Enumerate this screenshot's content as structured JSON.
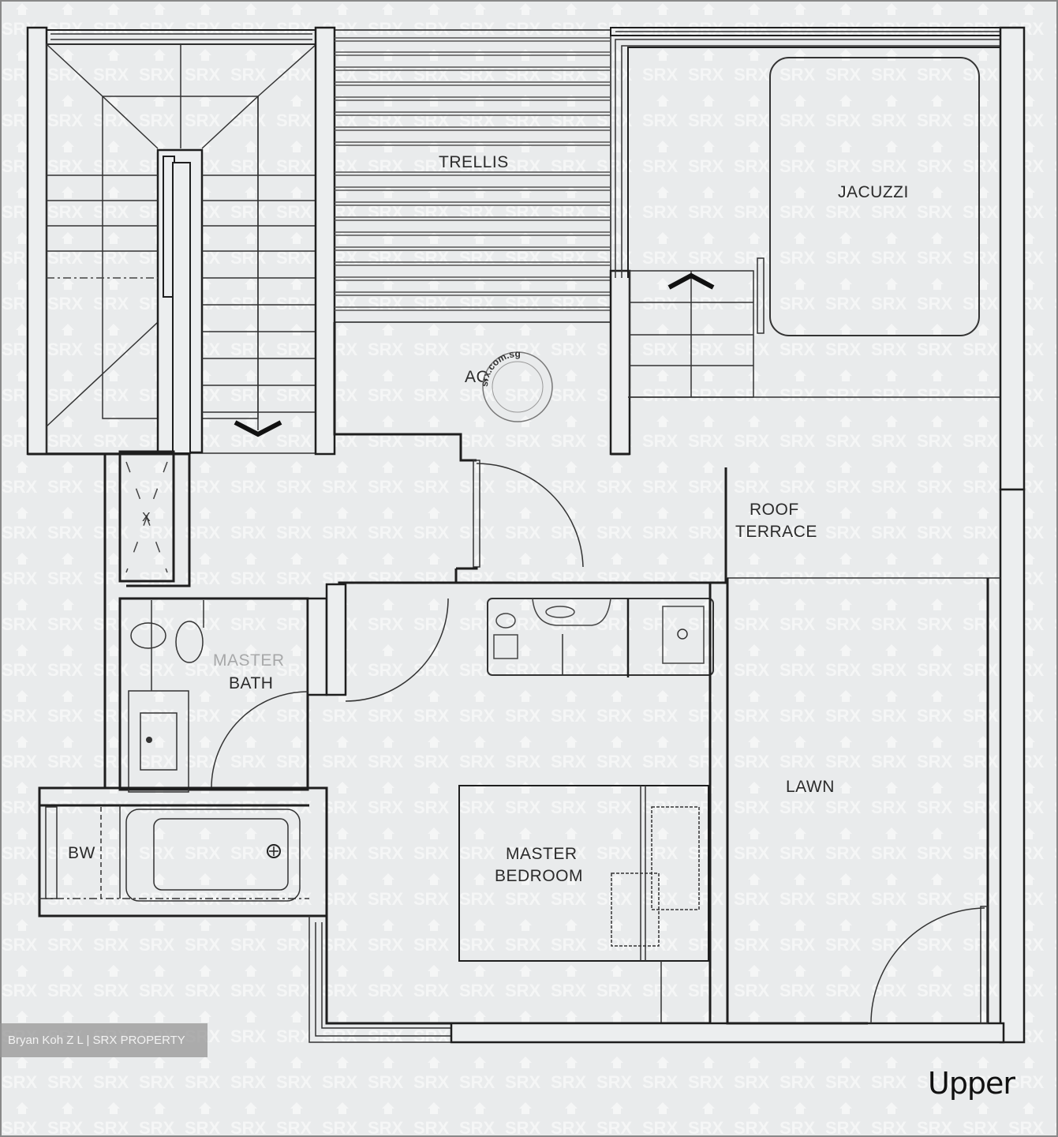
{
  "floor_plan": {
    "level_title": "Upper",
    "credit": "Bryan Koh Z L | SRX PROPERTY",
    "watermark": {
      "text": "SRX",
      "stamp_text": "srx.com.sg"
    },
    "rooms": [
      {
        "id": "trellis",
        "label": "TRELLIS"
      },
      {
        "id": "jacuzzi",
        "label": "JACUZZI"
      },
      {
        "id": "ac",
        "label": "AC"
      },
      {
        "id": "roof-terrace",
        "label_line1": "ROOF",
        "label_line2": "TERRACE"
      },
      {
        "id": "master-bath",
        "label_line1": "MASTER",
        "label_line2": "BATH"
      },
      {
        "id": "lawn",
        "label": "LAWN"
      },
      {
        "id": "master-bedroom",
        "label_line1": "MASTER",
        "label_line2": "BEDROOM"
      },
      {
        "id": "bw",
        "label": "BW"
      },
      {
        "id": "shaft",
        "label": "X"
      }
    ],
    "colors": {
      "background": "#e9ebec",
      "lines": "#1e1e1e",
      "credit_bg": "#969696"
    }
  }
}
